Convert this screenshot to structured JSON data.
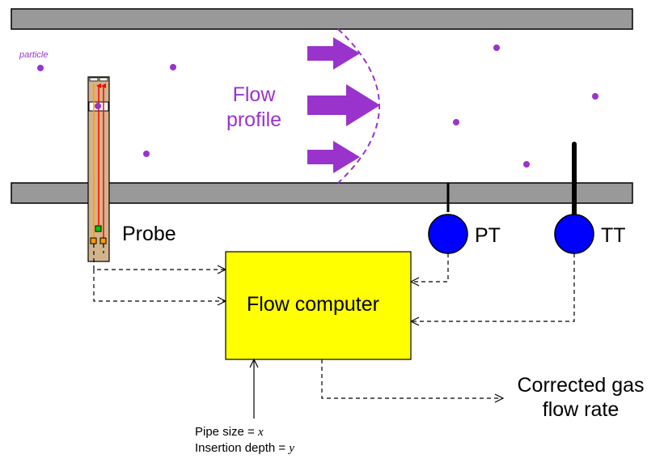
{
  "labels": {
    "particle": "particle",
    "flow_profile_line1": "Flow",
    "flow_profile_line2": "profile",
    "probe": "Probe",
    "pt": "PT",
    "tt": "TT",
    "flow_computer": "Flow computer",
    "output_line1": "Corrected gas",
    "output_line2": "flow rate",
    "input_pipe_size_prefix": "Pipe size = ",
    "input_pipe_size_var": "x",
    "input_depth_prefix": "Insertion depth = ",
    "input_depth_var": "y"
  },
  "colors": {
    "pipe_wall": "#999999",
    "particle": "#9933cc",
    "flow_arrow": "#9933cc",
    "transmitter": "#0000ff",
    "flow_computer_fill": "#ffff00",
    "probe_body": "#d2b48c",
    "probe_wire_red": "#ff0000",
    "probe_wire_orange": "#ff9900",
    "probe_sensor_green": "#00cc00"
  }
}
